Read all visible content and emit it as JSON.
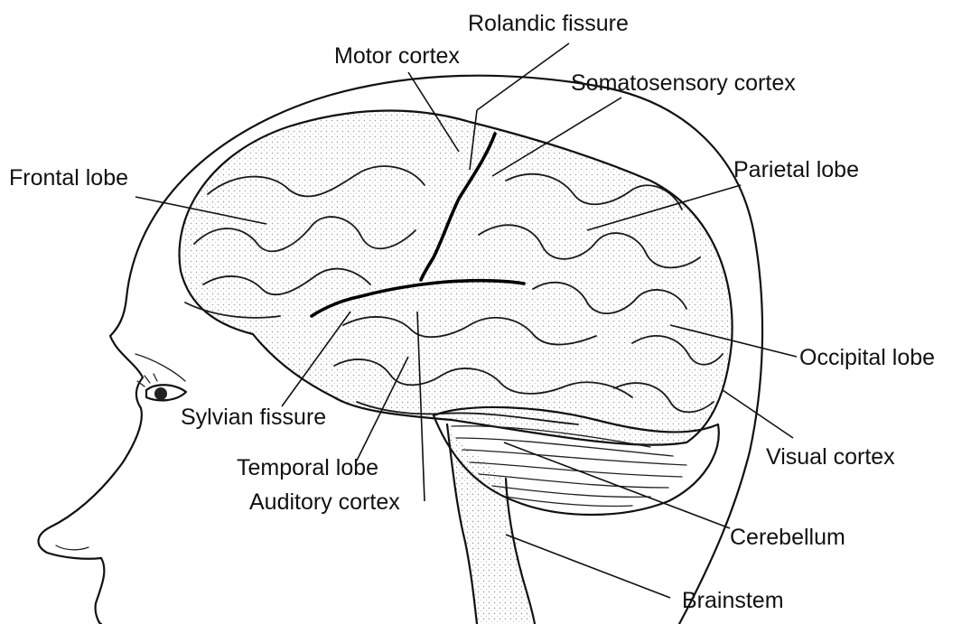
{
  "labels": {
    "rolandic_fissure": "Rolandic fissure",
    "motor_cortex": "Motor cortex",
    "somatosensory_cortex": "Somatosensory cortex",
    "frontal_lobe": "Frontal lobe",
    "parietal_lobe": "Parietal lobe",
    "occipital_lobe": "Occipital lobe",
    "sylvian_fissure": "Sylvian fissure",
    "visual_cortex": "Visual cortex",
    "temporal_lobe": "Temporal lobe",
    "auditory_cortex": "Auditory cortex",
    "cerebellum": "Cerebellum",
    "brainstem": "Brainstem"
  },
  "colors": {
    "ink": "#111111",
    "background": "#ffffff"
  }
}
